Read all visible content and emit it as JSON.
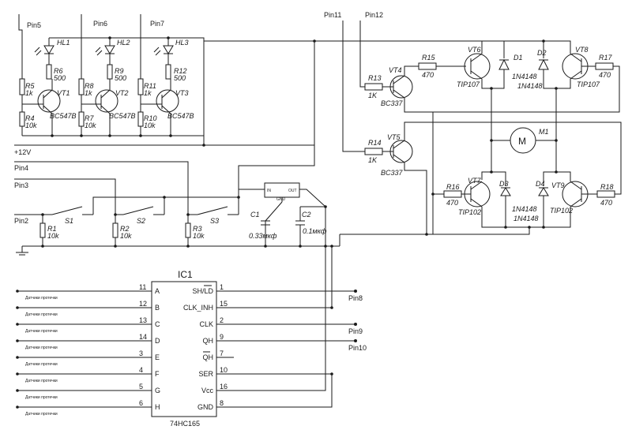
{
  "pins": {
    "pin5": "Pin5",
    "pin6": "Pin6",
    "pin7": "Pin7",
    "pin11": "Pin11",
    "pin12": "Pin12",
    "plus12v": "+12V",
    "pin4": "Pin4",
    "pin3": "Pin3",
    "pin2": "Pin2",
    "pin8": "Pin8",
    "pin9": "Pin9",
    "pin10": "Pin10"
  },
  "leds": {
    "hl1": "HL1",
    "hl2": "HL2",
    "hl3": "HL3"
  },
  "resistors": {
    "r1": {
      "name": "R1",
      "value": "10k"
    },
    "r2": {
      "name": "R2",
      "value": "10k"
    },
    "r3": {
      "name": "R3",
      "value": "10k"
    },
    "r4": {
      "name": "R4",
      "value": "10k"
    },
    "r5": {
      "name": "R5",
      "value": "1k"
    },
    "r6": {
      "name": "R6",
      "value": "500"
    },
    "r7": {
      "name": "R7",
      "value": "10k"
    },
    "r8": {
      "name": "R8",
      "value": "1k"
    },
    "r9": {
      "name": "R9",
      "value": "500"
    },
    "r10": {
      "name": "R10",
      "value": "10k"
    },
    "r11": {
      "name": "R11",
      "value": "1k"
    },
    "r12": {
      "name": "R12",
      "value": "500"
    },
    "r13": {
      "name": "R13",
      "value": "1K"
    },
    "r14": {
      "name": "R14",
      "value": "1K"
    },
    "r15": {
      "name": "R15",
      "value": "470"
    },
    "r16": {
      "name": "R16",
      "value": "470"
    },
    "r17": {
      "name": "R17",
      "value": "470"
    },
    "r18": {
      "name": "R18",
      "value": "470"
    }
  },
  "transistors": {
    "vt1": {
      "name": "VT1",
      "type": "BC547B"
    },
    "vt2": {
      "name": "VT2",
      "type": "BC547B"
    },
    "vt3": {
      "name": "VT3",
      "type": "BC547B"
    },
    "vt4": {
      "name": "VT4",
      "type": "BC337"
    },
    "vt5": {
      "name": "VT5",
      "type": "BC337"
    },
    "vt6": {
      "name": "VT6",
      "type": "TIP107"
    },
    "vt7": {
      "name": "VT7",
      "type": "TIP102"
    },
    "vt8": {
      "name": "VT8",
      "type": "TIP107"
    },
    "vt9": {
      "name": "VT9",
      "type": "TIP102"
    }
  },
  "diodes": {
    "d1": {
      "name": "D1",
      "type": "1N4148"
    },
    "d2": {
      "name": "D2",
      "type": "1N4148"
    },
    "d3": {
      "name": "D3",
      "type": "1N4148"
    },
    "d4": {
      "name": "D4",
      "type": "1N4148"
    }
  },
  "motor": {
    "name": "M1",
    "symbol": "M"
  },
  "switches": {
    "s1": "S1",
    "s2": "S2",
    "s3": "S3"
  },
  "regulator": {
    "in": "IN",
    "out": "OUT",
    "gnd": "GND"
  },
  "capacitors": {
    "c1": {
      "name": "C1",
      "value": "0.33мкф"
    },
    "c2": {
      "name": "C2",
      "value": "0.1мкф"
    }
  },
  "ic": {
    "name": "IC1",
    "part": "74HC165",
    "left_pins": [
      {
        "num": "11",
        "label": "A"
      },
      {
        "num": "12",
        "label": "B"
      },
      {
        "num": "13",
        "label": "C"
      },
      {
        "num": "14",
        "label": "D"
      },
      {
        "num": "3",
        "label": "E"
      },
      {
        "num": "4",
        "label": "F"
      },
      {
        "num": "5",
        "label": "G"
      },
      {
        "num": "6",
        "label": "H"
      }
    ],
    "right_pins": [
      {
        "num": "1",
        "label": "SH/LD"
      },
      {
        "num": "15",
        "label": "CLK_INH"
      },
      {
        "num": "2",
        "label": "CLK"
      },
      {
        "num": "9",
        "label": "QH"
      },
      {
        "num": "7",
        "label": "QH"
      },
      {
        "num": "10",
        "label": "SER"
      },
      {
        "num": "16",
        "label": "Vcc"
      },
      {
        "num": "8",
        "label": "GND"
      }
    ],
    "sensor_label": "Датчики протечки"
  }
}
